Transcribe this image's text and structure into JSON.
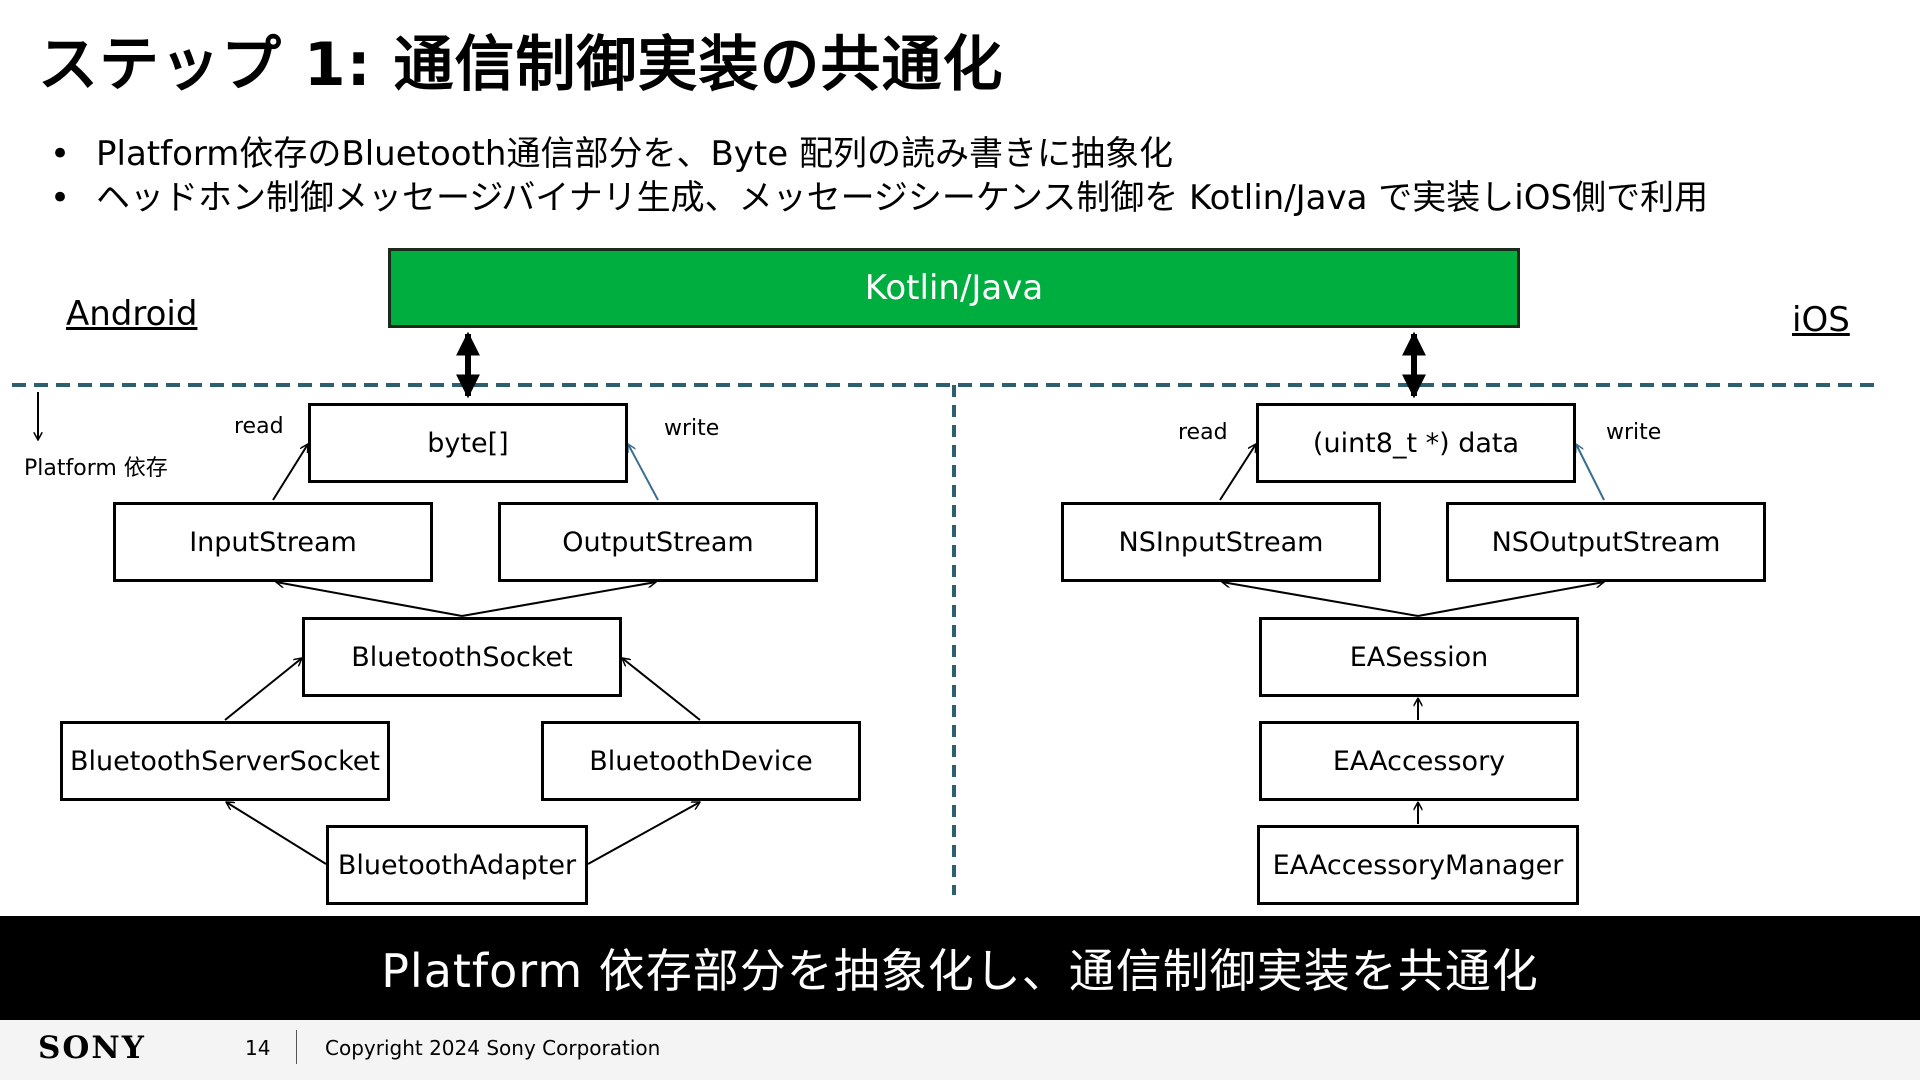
{
  "slide": {
    "title": "ステップ 1: 通信制御実装の共通化",
    "bullets": [
      "Platform依存のBluetooth通信部分を、Byte 配列の読み書きに抽象化",
      "ヘッドホン制御メッセージバイナリ生成、メッセージシーケンス制御を Kotlin/Java で実装しiOS側で利用"
    ]
  },
  "diagram": {
    "top_box": "Kotlin/Java",
    "android_label": "Android",
    "ios_label": "iOS",
    "platform_note": "Platform 依存",
    "android": {
      "buffer": "byte[]",
      "read_label": "read",
      "write_label": "write",
      "input": "InputStream",
      "output": "OutputStream",
      "socket": "BluetoothSocket",
      "server_socket": "BluetoothServerSocket",
      "device": "BluetoothDevice",
      "adapter": "BluetoothAdapter"
    },
    "ios": {
      "buffer": "(uint8_t *) data",
      "read_label": "read",
      "write_label": "write",
      "input": "NSInputStream",
      "output": "NSOutputStream",
      "session": "EASession",
      "accessory": "EAAccessory",
      "manager": "EAAccessoryManager"
    },
    "colors": {
      "kotlin_fill": "#00ae3f",
      "divider": "#2e5f6e",
      "write_arrow": "#3b6e8f"
    }
  },
  "banner": "Platform 依存部分を抽象化し、通信制御実装を共通化",
  "footer": {
    "logo": "SONY",
    "page": "14",
    "copyright": "Copyright 2024 Sony Corporation"
  }
}
